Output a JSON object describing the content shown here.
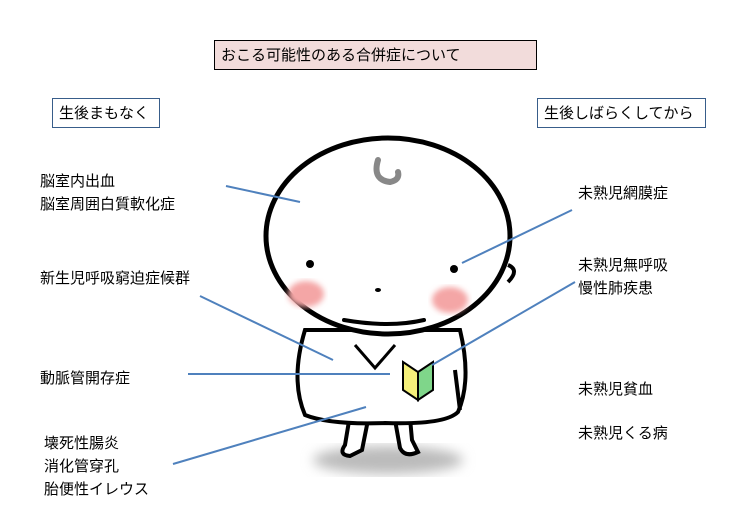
{
  "title": "おこる可能性のある合併症について",
  "sections": {
    "early": "生後まもなく",
    "later": "生後しばらくしてから"
  },
  "left_labels": {
    "brain": [
      "脳室内出血",
      "脳室周囲白質軟化症"
    ],
    "rds": "新生児呼吸窮迫症候群",
    "pda": "動脈管開存症",
    "gut": [
      "壊死性腸炎",
      "消化管穿孔",
      "胎便性イレウス"
    ]
  },
  "right_labels": {
    "rop": "未熟児網膜症",
    "lung": [
      "未熟児無呼吸",
      "慢性肺疾患"
    ],
    "anemia": "未熟児貧血",
    "rickets": "未熟児くる病"
  },
  "colors": {
    "title_fill": "#f2dcdb",
    "border": "#385d8a",
    "leader": "#4f81bd"
  }
}
